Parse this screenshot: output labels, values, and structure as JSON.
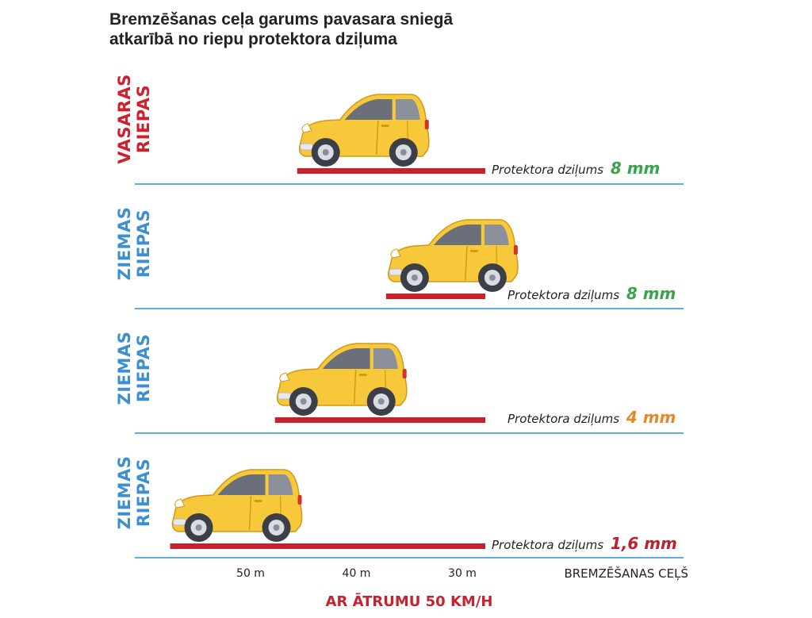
{
  "chart_data": {
    "type": "bar",
    "orientation": "horizontal",
    "title_lines": [
      "Bremzēšanas ceļa garums pavasara sniegā",
      "atkarībā no riepu protektora dziļuma"
    ],
    "categories": [
      "VASARAS RIEPAS",
      "ZIEMAS RIEPAS",
      "ZIEMAS RIEPAS",
      "ZIEMAS RIEPAS"
    ],
    "rows": [
      {
        "label_lines": [
          "VASARAS",
          "RIEPAS"
        ],
        "label_color": "#d0202e",
        "tread_label": "Protektora dziļums",
        "tread_value": "8 mm",
        "tread_color": "#3aa44a",
        "start_m": 45.6
      },
      {
        "label_lines": [
          "ZIEMAS",
          "RIEPAS"
        ],
        "label_color": "#3c8fd0",
        "tread_label": "Protektora dziļums",
        "tread_value": "8 mm",
        "tread_color": "#3aa44a",
        "start_m": 37.2
      },
      {
        "label_lines": [
          "ZIEMAS",
          "RIEPAS"
        ],
        "label_color": "#3c8fd0",
        "tread_label": "Protektora dziļums",
        "tread_value": "4 mm",
        "tread_color": "#e8862a",
        "start_m": 47.7
      },
      {
        "label_lines": [
          "ZIEMAS",
          "RIEPAS"
        ],
        "label_color": "#3c8fd0",
        "tread_label": "Protektora dziļums",
        "tread_value": "1,6 mm",
        "tread_color": "#c0202e",
        "start_m": 57.6
      }
    ],
    "xticks": [
      "50 m",
      "40 m",
      "30 m"
    ],
    "tick_values": [
      50,
      40,
      30
    ],
    "xlabel": "BREMZĒŠANAS CEĻŠ",
    "speed_caption": "AR ĀTRUMU 50 KM/H",
    "xlim": [
      60,
      25
    ],
    "bar_color": "#c8212e",
    "baseline_color": "#5aaede",
    "car_color": "#f6c83a"
  }
}
